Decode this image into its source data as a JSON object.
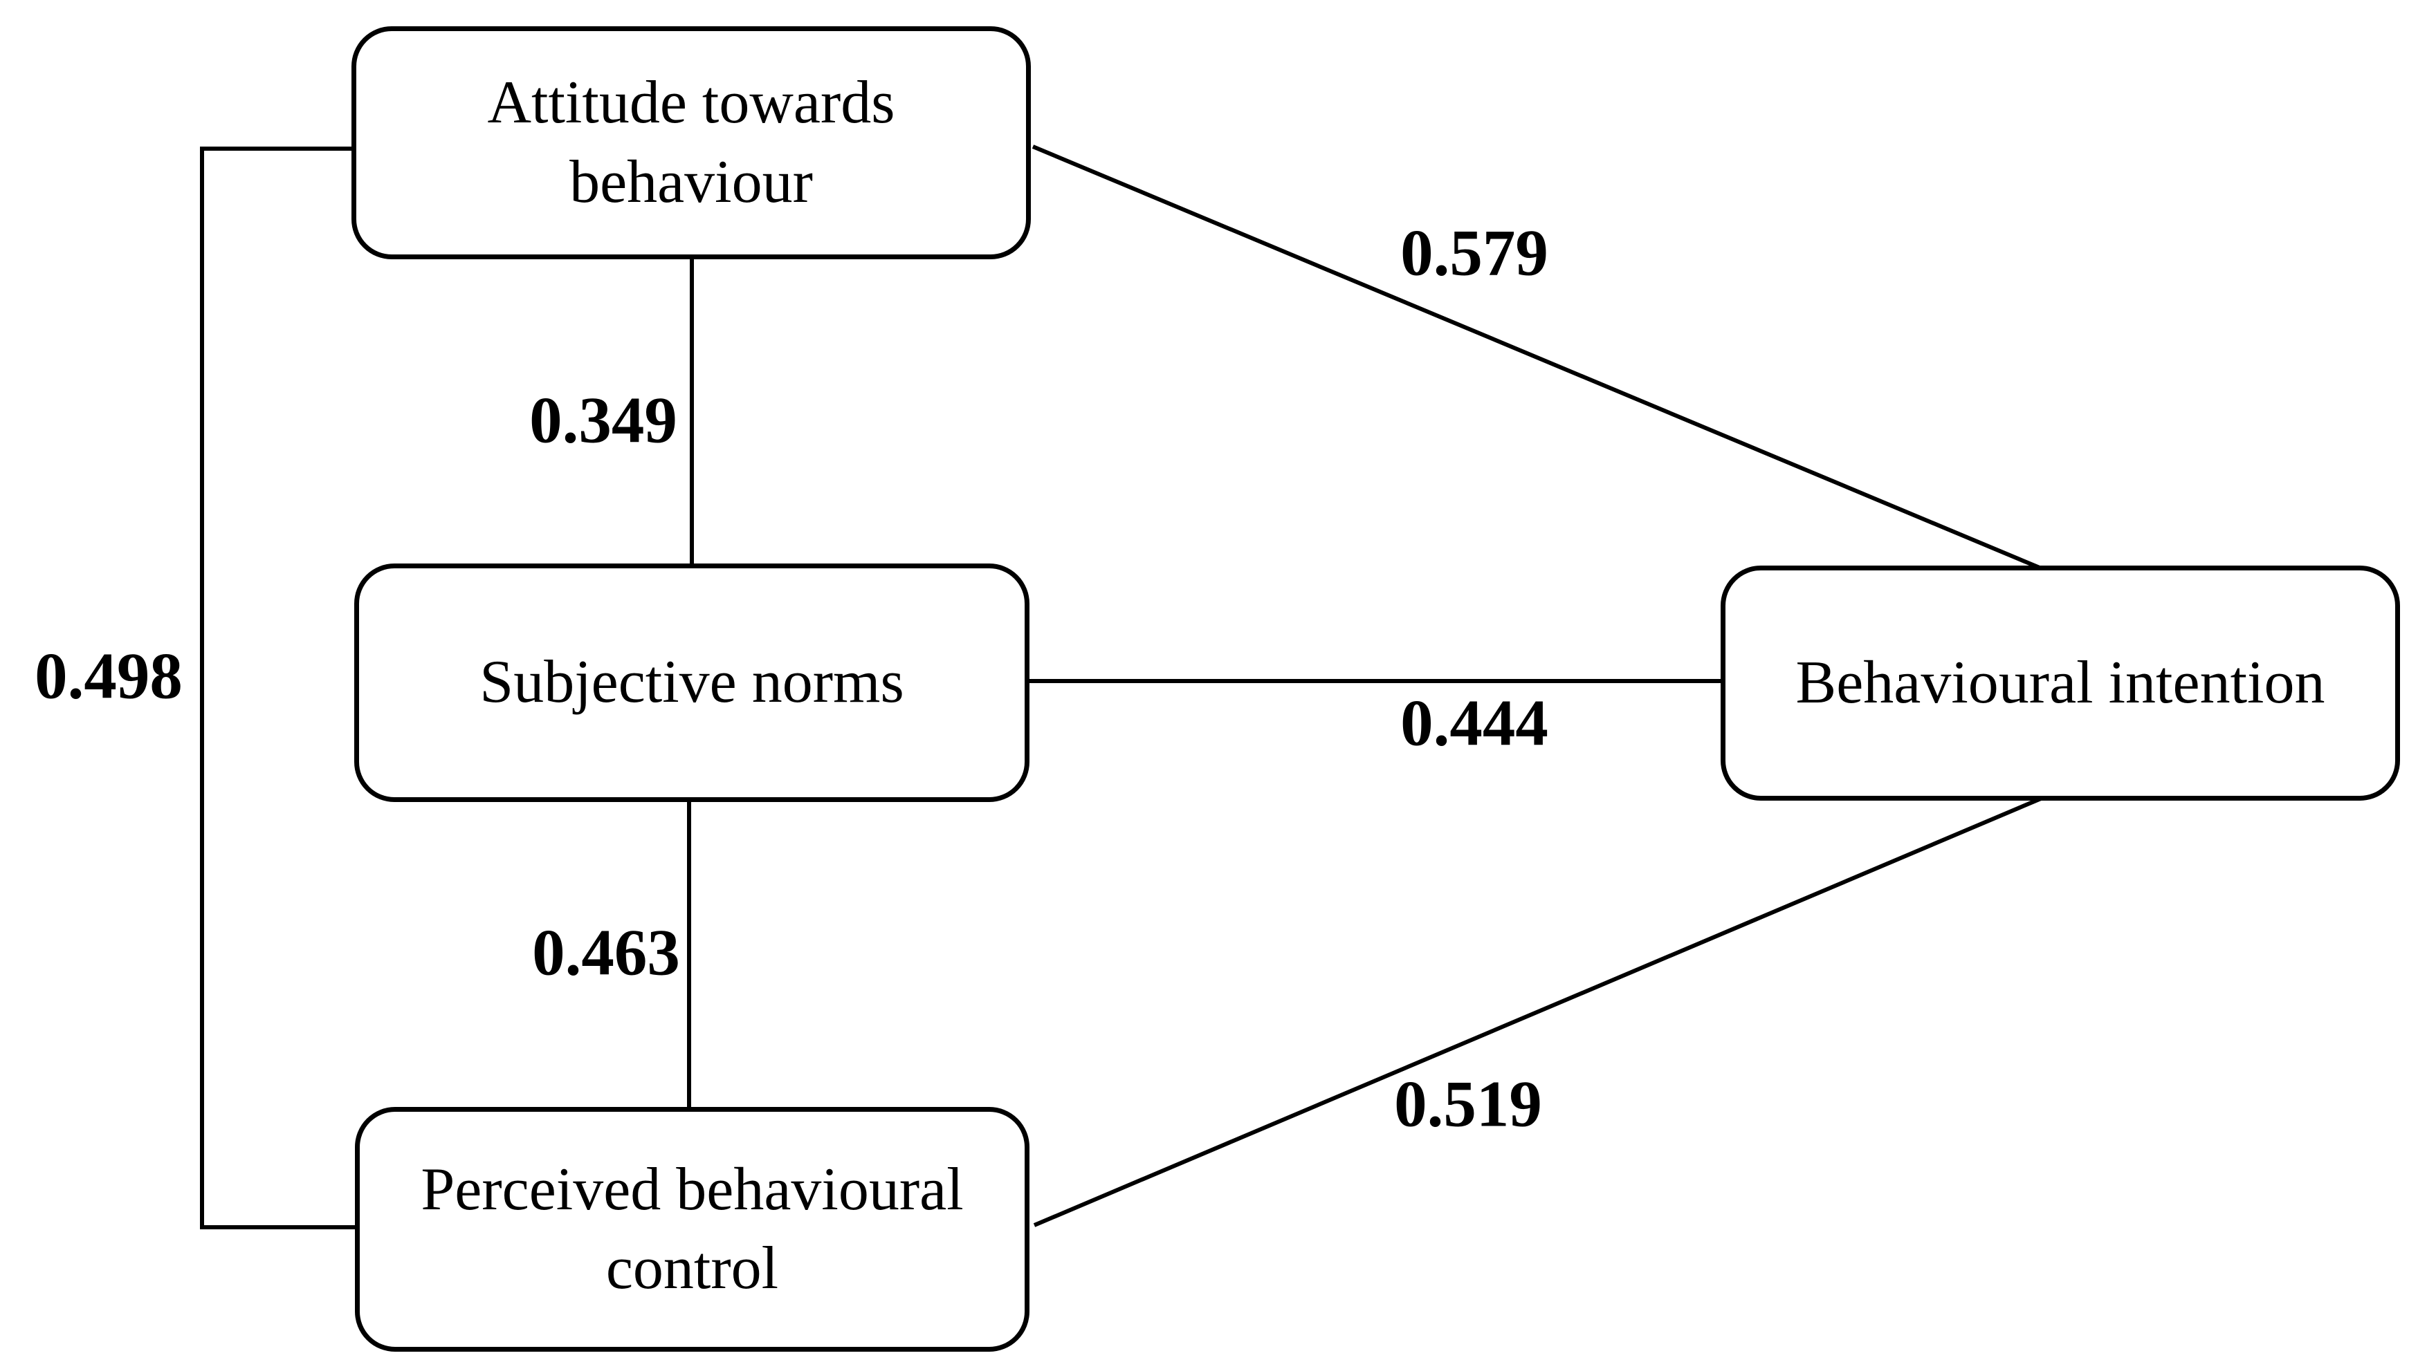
{
  "diagram": {
    "type": "path-model",
    "colors": {
      "background": "#ffffff",
      "line": "#000000",
      "box_fill": "#ffffff",
      "text": "#000000"
    },
    "nodes": [
      {
        "id": "attitude",
        "label": "Attitude towards behaviour"
      },
      {
        "id": "subjective_norms",
        "label": "Subjective norms"
      },
      {
        "id": "pbc",
        "label": "Perceived behavioural control"
      },
      {
        "id": "intention",
        "label": "Behavioural intention"
      }
    ],
    "edges": [
      {
        "from": "attitude",
        "to": "subjective_norms",
        "value": "0.349"
      },
      {
        "from": "attitude",
        "to": "intention",
        "value": "0.579"
      },
      {
        "from": "subjective_norms",
        "to": "intention",
        "value": "0.444"
      },
      {
        "from": "subjective_norms",
        "to": "pbc",
        "value": "0.463"
      },
      {
        "from": "pbc",
        "to": "intention",
        "value": "0.519"
      },
      {
        "from": "attitude",
        "to": "pbc",
        "value": "0.498"
      }
    ]
  }
}
